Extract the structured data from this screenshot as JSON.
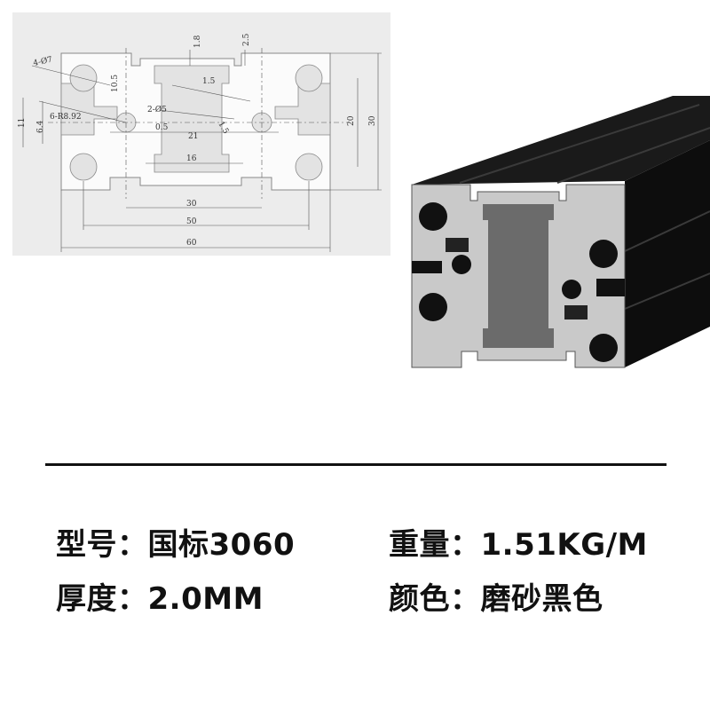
{
  "drawing": {
    "dimensions": [
      "4-Ø7",
      "10.5",
      "1.8",
      "2.5",
      "1.5",
      "6-R8.92",
      "2-Ø5",
      "11",
      "6.4",
      "0.5",
      "21",
      "1.5",
      "16",
      "20",
      "30",
      "30",
      "50",
      "60"
    ]
  },
  "product": {
    "body_color": "#0a0a0a",
    "face_color": "#c9c9c9"
  },
  "specs": {
    "model": {
      "label": "型号：",
      "value": "国标3060"
    },
    "weight": {
      "label": "重量：",
      "value": "1.51KG/M"
    },
    "thickness": {
      "label": "厚度：",
      "value": "2.0MM"
    },
    "color": {
      "label": "颜色：",
      "value": "磨砂黑色"
    }
  }
}
